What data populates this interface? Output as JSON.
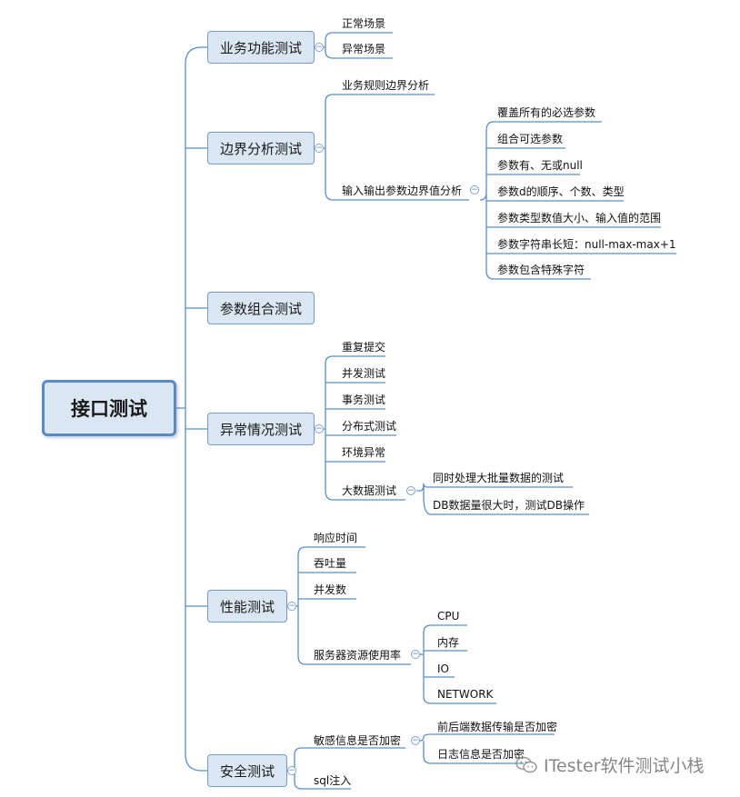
{
  "root": {
    "label": "接口测试"
  },
  "branches": {
    "business": {
      "label": "业务功能测试",
      "children": [
        "正常场景",
        "异常场景"
      ]
    },
    "boundary": {
      "label": "边界分析测试",
      "rule": "业务规则边界分析",
      "io": {
        "label": "输入输出参数边界值分析",
        "children": [
          "覆盖所有的必选参数",
          "组合可选参数",
          "参数有、无或null",
          "参数d的顺序、个数、类型",
          "参数类型数值大小、输入值的范围",
          "参数字符串长短：null-max-max+1",
          "参数包含特殊字符"
        ]
      }
    },
    "combo": {
      "label": "参数组合测试"
    },
    "exception": {
      "label": "异常情况测试",
      "children": [
        "重复提交",
        "并发测试",
        "事务测试",
        "分布式测试",
        "环境异常"
      ],
      "bigdata": {
        "label": "大数据测试",
        "children": [
          "同时处理大批量数据的测试",
          "DB数据量很大时，测试DB操作"
        ]
      }
    },
    "perf": {
      "label": "性能测试",
      "children": [
        "响应时间",
        "吞吐量",
        "并发数"
      ],
      "resource": {
        "label": "服务器资源使用率",
        "children": [
          "CPU",
          "内存",
          "IO",
          "NETWORK"
        ]
      }
    },
    "security": {
      "label": "安全测试",
      "encrypt": {
        "label": "敏感信息是否加密",
        "children": [
          "前后端数据传输是否加密",
          "日志信息是否加密"
        ]
      },
      "sql": "sql注入"
    }
  },
  "collapse_glyph": "−",
  "watermark": {
    "text": "ITester软件测试小栈",
    "icon": "wechat-icon"
  },
  "colors": {
    "line": "#5b8fcb",
    "underline": "#4a7fc1",
    "node_fill": "#dbe6f3",
    "root_border": "#5a8ac6"
  }
}
